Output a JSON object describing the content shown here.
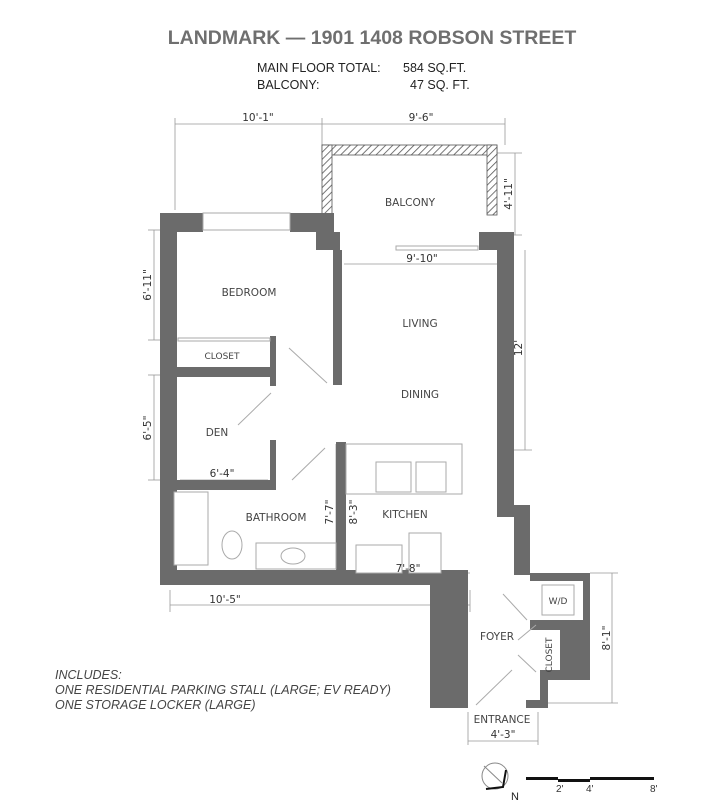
{
  "title": "LANDMARK — 1901 1408 ROBSON STREET",
  "areas": {
    "main_floor_label": "MAIN FLOOR TOTAL:",
    "main_floor_value": "584 SQ.FT.",
    "balcony_label": "BALCONY:",
    "balcony_value": "47 SQ. FT."
  },
  "rooms": {
    "balcony": "BALCONY",
    "bedroom": "BEDROOM",
    "closet": "CLOSET",
    "living": "LIVING",
    "dining": "DINING",
    "den": "DEN",
    "bathroom": "BATHROOM",
    "kitchen": "KITCHEN",
    "wd": "W/D",
    "foyer": "FOYER",
    "foyer_closet": "CLOSET",
    "entrance": "ENTRANCE"
  },
  "dimensions": {
    "top_left": "10'-1\"",
    "top_right": "9'-6\"",
    "balcony_depth": "4'-11\"",
    "living_width": "9'-10\"",
    "living_depth": "12'",
    "bedroom_depth": "6'-11\"",
    "den_depth": "6'-5\"",
    "den_width": "6'-4\"",
    "bath_depth": "7'-7\"",
    "kitchen_depth": "8'-3\"",
    "kitchen_width": "7'-8\"",
    "bottom_width": "10'-5\"",
    "foyer_depth": "8'-1\"",
    "entrance_width": "4'-3\""
  },
  "includes": {
    "heading": "INCLUDES:",
    "items": [
      "ONE RESIDENTIAL PARKING STALL (LARGE; EV READY)",
      "ONE STORAGE LOCKER (LARGE)"
    ]
  },
  "north_label": "N",
  "scale_labels": [
    "2'",
    "4'",
    "8'"
  ],
  "colors": {
    "wall": "#6b6b6b",
    "title": "#6f6f6f"
  }
}
